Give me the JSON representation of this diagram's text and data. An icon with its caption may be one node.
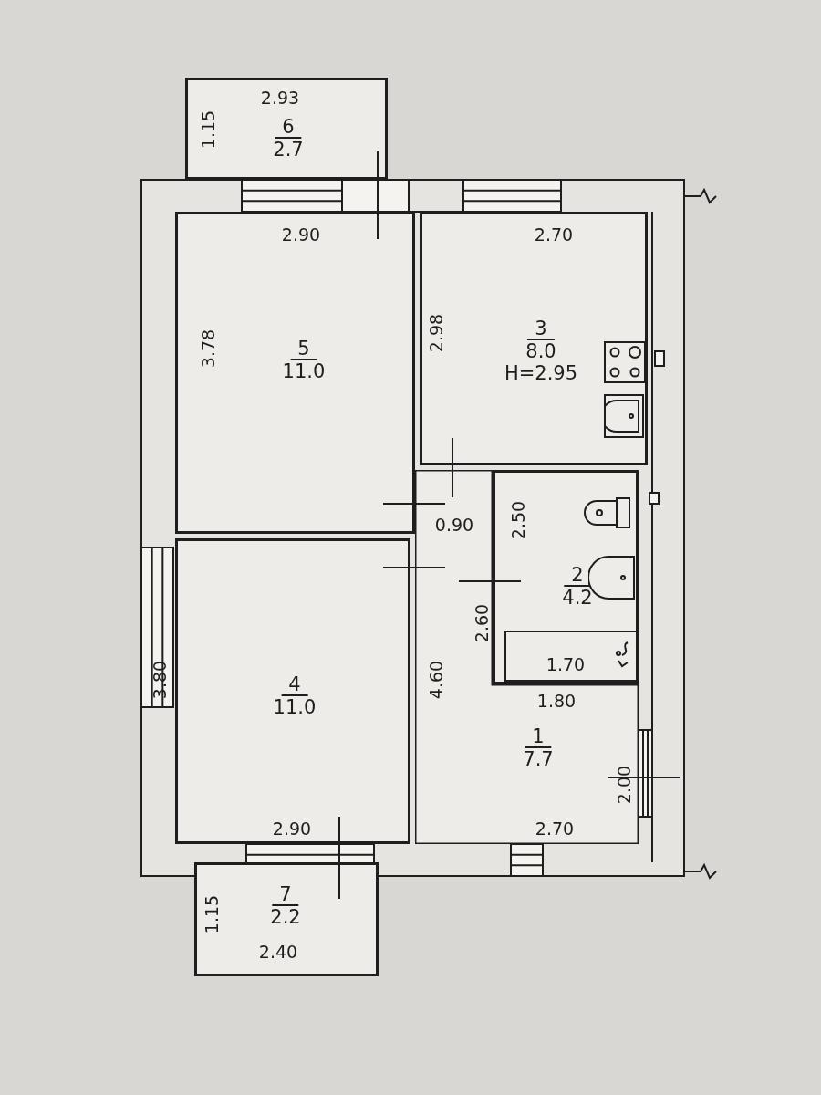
{
  "diagram": {
    "nodes": [
      {
        "text": [
          "6",
          "2.7"
        ]
      },
      {
        "text": [
          "5",
          "11.0"
        ]
      },
      {
        "text": [
          "3",
          "8.0",
          "H=2.95"
        ]
      },
      {
        "text": [
          "2",
          "4.2"
        ]
      },
      {
        "text": [
          "4",
          "11.0"
        ]
      },
      {
        "text": [
          "1",
          "7.7"
        ]
      },
      {
        "text": [
          "7",
          "2.2"
        ]
      }
    ],
    "labels": [
      "2.93",
      "1.15",
      "2.90",
      "2.70",
      "3.78",
      "2.98",
      "0.90",
      "2.50",
      "2.60",
      "1.70",
      "3.80",
      "4.60",
      "1.80",
      "2.00",
      "2.90",
      "2.70",
      "1.15",
      "2.40"
    ]
  }
}
